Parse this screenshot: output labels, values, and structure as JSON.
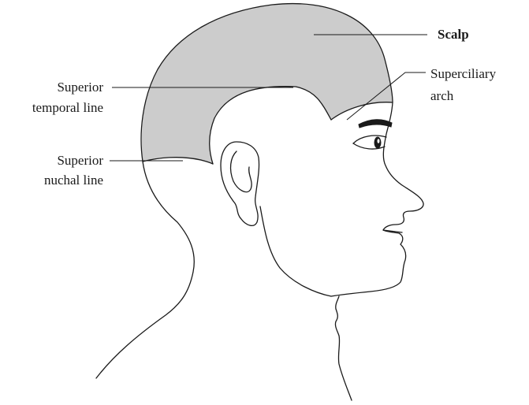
{
  "colors": {
    "scalp_fill": "#cccccc",
    "outline": "#1a1a1a",
    "background": "#ffffff"
  },
  "labels": {
    "scalp": "Scalp",
    "superciliary_arch_line1": "Superciliary",
    "superciliary_arch_line2": "arch",
    "superior_temporal_line_line1": "Superior",
    "superior_temporal_line_line2": "temporal line",
    "superior_nuchal_line_line1": "Superior",
    "superior_nuchal_line_line2": "nuchal line"
  }
}
